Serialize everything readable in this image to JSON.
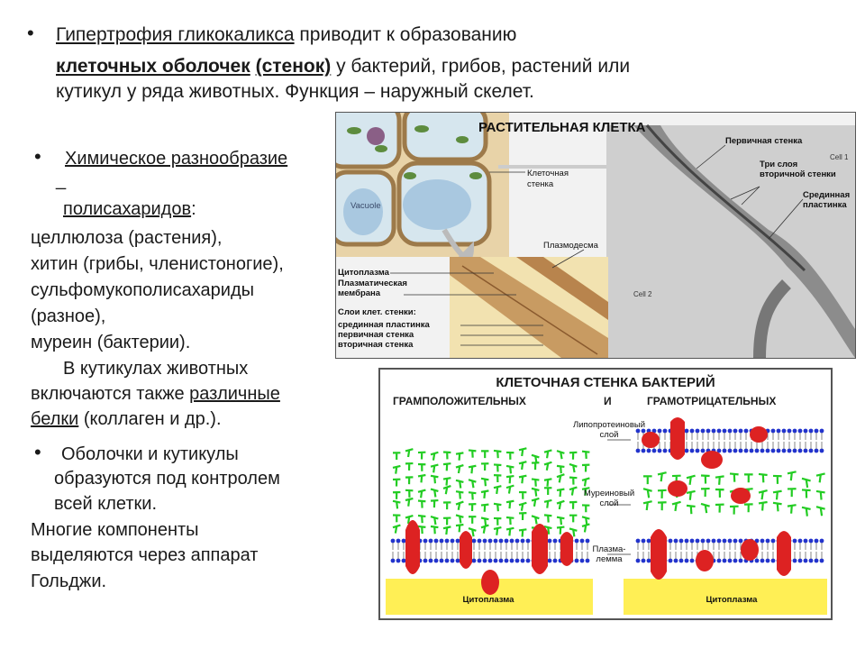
{
  "intro": {
    "l1_a": "Гипертрофия гликокаликса",
    "l1_b": " приводит к образованию",
    "l2_a": "клеточных оболочек",
    "l2_b": "(стенок)",
    "l2_c": " у бактерий, грибов, растений или",
    "l3": "кутикул у ряда животных.   Функция – наружный скелет."
  },
  "chem": {
    "l1": "Химическое разнообразие",
    "l2": "_",
    "l3": "полисахаридов",
    "l3_colon": ":",
    "l4": "целлюлоза (растения),",
    "l5": "хитин (грибы, членистоногие),",
    "l6": "сульфомукополисахариды",
    "l7": "(разное),",
    "l8": "муреин (бактерии).",
    "l9": "В кутикулах животных",
    "l10_a": "включаются также ",
    "l10_b": "различные",
    "l11_a": "белки",
    "l11_b": " (коллаген и др.)."
  },
  "shells": {
    "l1": "Оболочки и кутикулы",
    "l2": "образуются под контролем",
    "l3": "всей клетки.",
    "l4": "Многие компоненты",
    "l5": "выделяются через аппарат",
    "l6": "Гольджи."
  },
  "bullet_glyph": "•",
  "plant_figure": {
    "title": "РАСТИТЕЛЬНАЯ КЛЕТКА",
    "cell_wall": "Клеточная",
    "cell_wall2": "стенка",
    "vacuole": "Vacuole",
    "primary_wall": "Первичная стенка",
    "three_layers1": "Три слоя",
    "three_layers2": "вторичной стенки",
    "middle1": "Срединная",
    "middle2": "пластинка",
    "cell1": "Cell 1",
    "cell2": "Cell 2",
    "plasmodesma": "Плазмодесма",
    "cytoplasm": "Цитоплазма",
    "plasma_mem1": "Плазматическая",
    "plasma_mem2": "мембрана",
    "layers": "Слои клет. стенки:",
    "layer_middle": "срединная пластинка",
    "layer_primary": "первичная стенка",
    "layer_secondary": "вторичная стенка"
  },
  "bact_figure": {
    "title": "КЛЕТОЧНАЯ СТЕНКА БАКТЕРИЙ",
    "gram_pos": "ГРАМПОЛОЖИТЕЛЬНЫХ",
    "and": "И",
    "gram_neg": "ГРАМОТРИЦАТЕЛЬНЫХ",
    "lipo1": "Липопротеиновый",
    "lipo2": "слой",
    "murein1": "Муреиновый",
    "murein2": "слой",
    "plasma1": "Плазма-",
    "plasma2": "лемма",
    "cyto_left": "Цитоплазма",
    "cyto_right": "Цитоплазма"
  },
  "colors": {
    "peptidoglycan": "#22cc22",
    "protein": "#dd2222",
    "lipid_head": "#2233cc",
    "cytoplasm": "#ffef55",
    "cell_wall": "#c8a07a"
  }
}
